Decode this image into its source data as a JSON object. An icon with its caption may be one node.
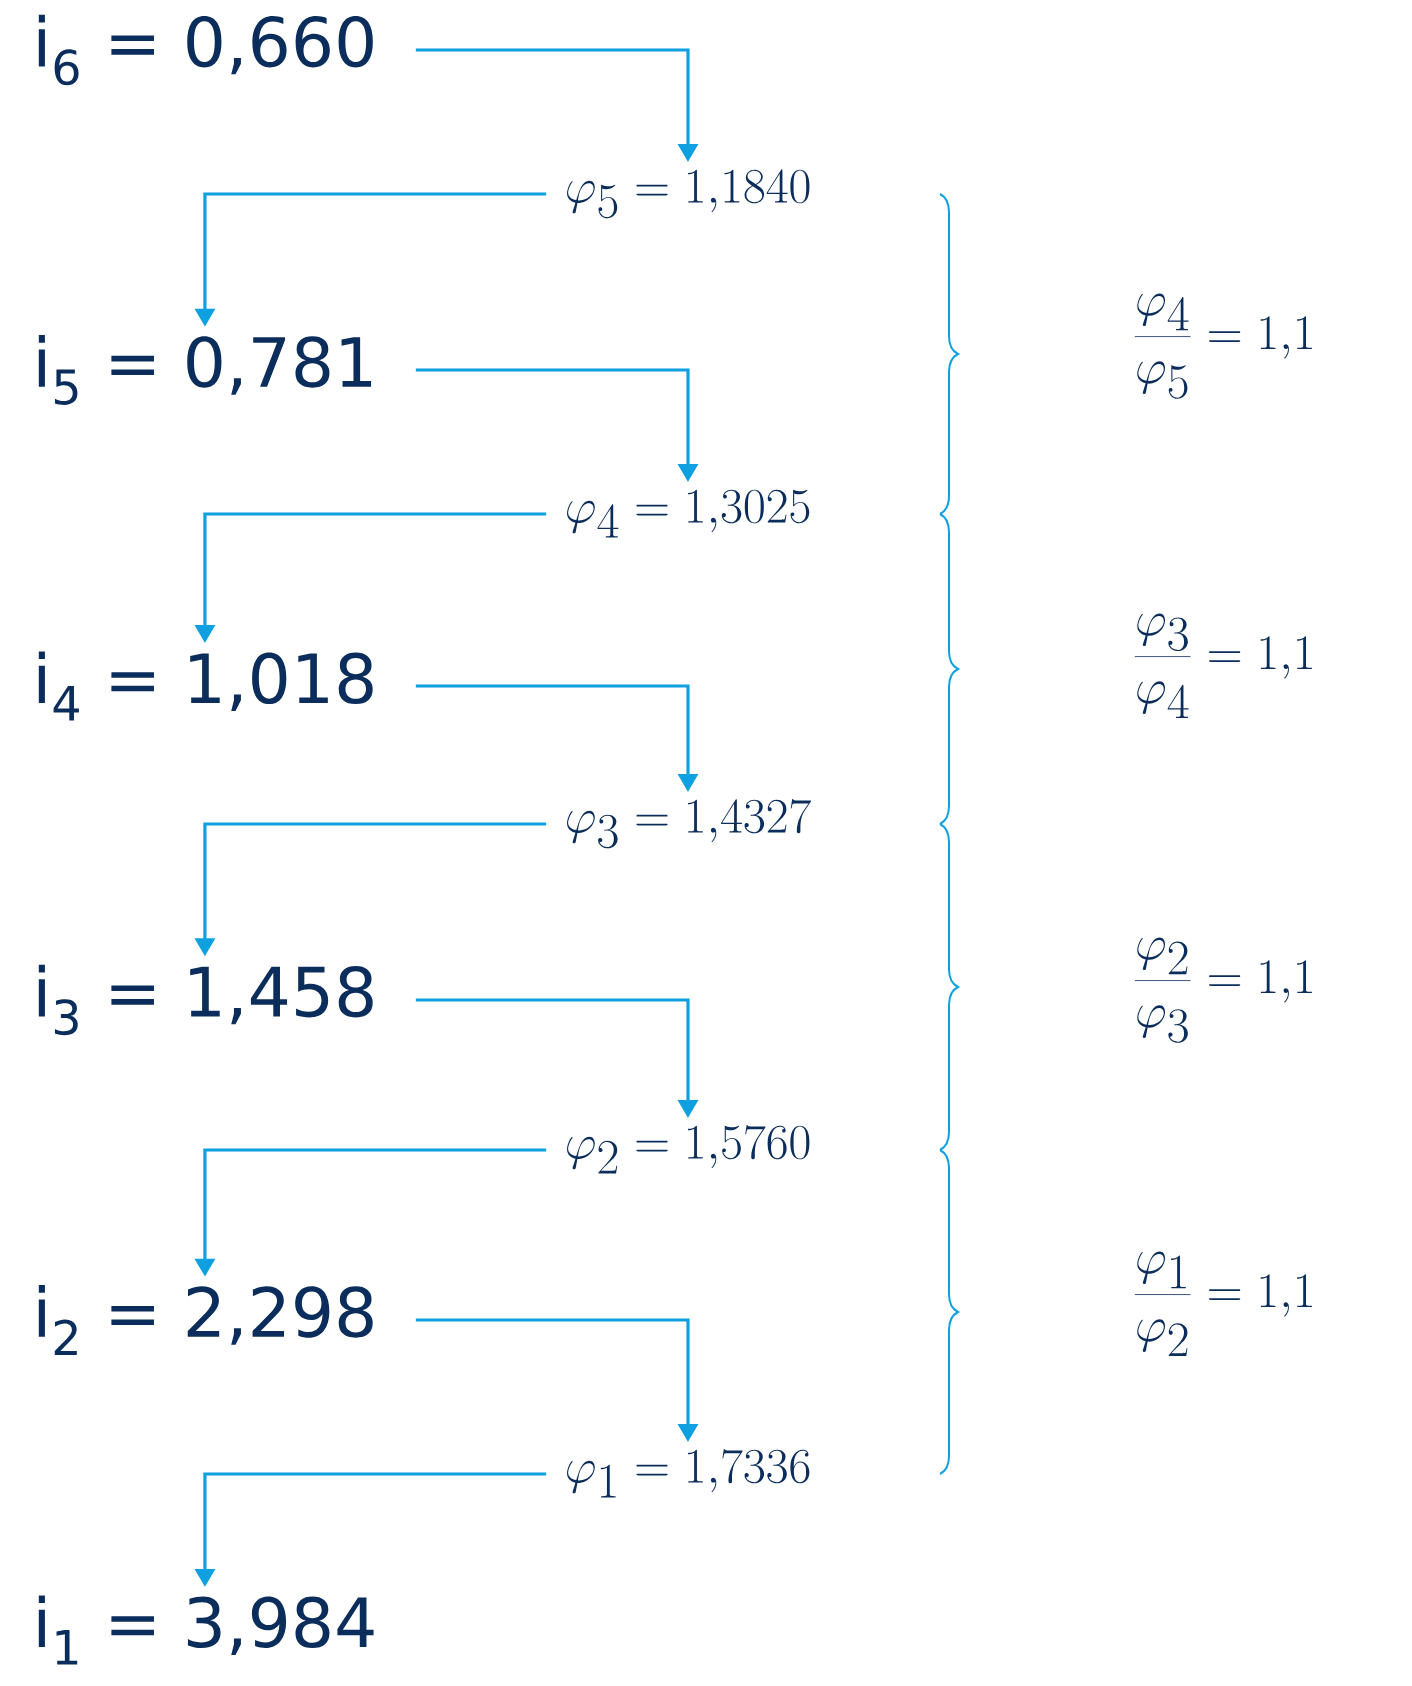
{
  "diagram": {
    "nodes": [
      {
        "text": [
          "i$_{6}$ = 0,660"
        ]
      },
      {
        "text": [
          "\\varphi_5 = 1{,}1840"
        ]
      },
      {
        "text": [
          "i$_{5}$ = 0,781"
        ]
      },
      {
        "text": [
          "\\varphi_4 = 1{,}3025"
        ]
      },
      {
        "text": [
          "i$_{4}$ = 1,018"
        ]
      },
      {
        "text": [
          "\\varphi_3 = 1{,}4327"
        ]
      },
      {
        "text": [
          "i$_{3}$ = 1,458"
        ]
      },
      {
        "text": [
          "\\varphi_2 = 1{,}5760"
        ]
      },
      {
        "text": [
          "i$_{2}$ = 2,298"
        ]
      },
      {
        "text": [
          "\\varphi_1 = 1{,}7336"
        ]
      },
      {
        "text": [
          "i$_{1}$ = 3,984"
        ]
      }
    ],
    "edges": [
      {
        "from": 0,
        "to": 1,
        "arrow": "to"
      },
      {
        "from": 1,
        "to": 2,
        "arrow": "to"
      },
      {
        "from": 2,
        "to": 3,
        "arrow": "to"
      },
      {
        "from": 3,
        "to": 4,
        "arrow": "to"
      },
      {
        "from": 4,
        "to": 5,
        "arrow": "to"
      },
      {
        "from": 5,
        "to": 6,
        "arrow": "to"
      },
      {
        "from": 6,
        "to": 7,
        "arrow": "to"
      },
      {
        "from": 7,
        "to": 8,
        "arrow": "to"
      },
      {
        "from": 8,
        "to": 9,
        "arrow": "to"
      },
      {
        "from": 9,
        "to": 10,
        "arrow": "to"
      }
    ],
    "labels": [
      "\\frac{\\varphi_4}{\\varphi_5} = 1{,}1",
      "\\frac{\\varphi_3}{\\varphi_4} = 1{,}1",
      "\\frac{\\varphi_2}{\\varphi_3} = 1{,}1",
      "\\frac{\\varphi_1}{\\varphi_2} = 1{,}1"
    ]
  }
}
